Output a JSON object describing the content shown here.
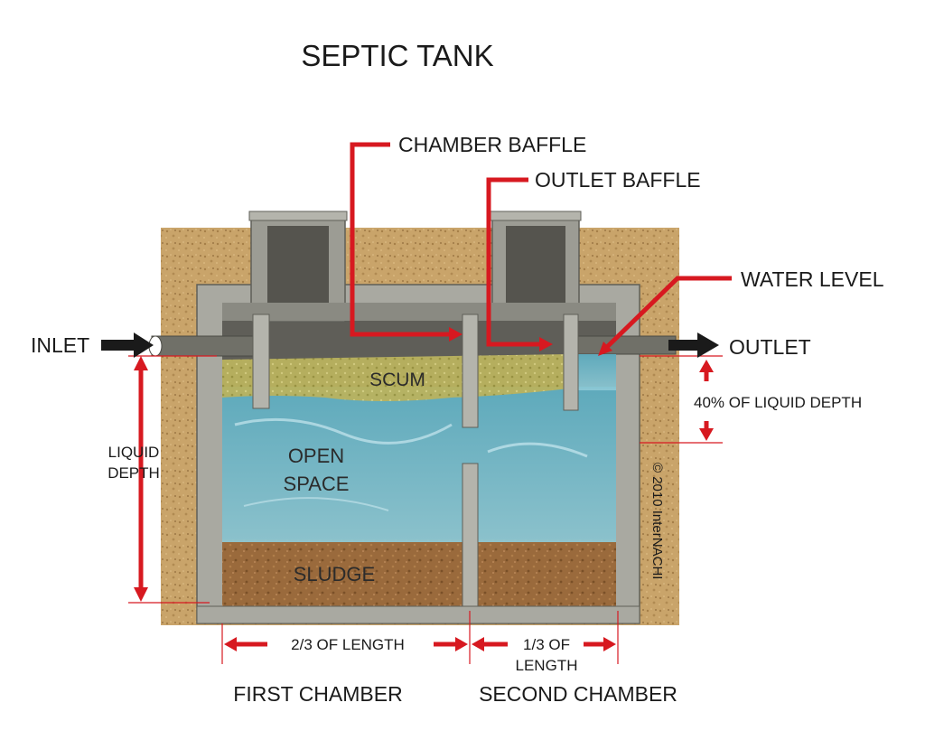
{
  "title": "SEPTIC TANK",
  "labels": {
    "chamber_baffle": "CHAMBER BAFFLE",
    "outlet_baffle": "OUTLET BAFFLE",
    "water_level": "WATER LEVEL",
    "inlet": "INLET",
    "outlet": "OUTLET",
    "scum": "SCUM",
    "open_space_line1": "OPEN",
    "open_space_line2": "SPACE",
    "sludge": "SLUDGE",
    "liquid_depth_line1": "LIQUID",
    "liquid_depth_line2": "DEPTH",
    "forty_percent": "40% OF LIQUID DEPTH",
    "two_thirds": "2/3 OF LENGTH",
    "one_third_line1": "1/3 OF",
    "one_third_line2": "LENGTH",
    "first_chamber": "FIRST CHAMBER",
    "second_chamber": "SECOND CHAMBER",
    "copyright": "© 2010 InterNACHI"
  },
  "colors": {
    "annotation": "#d71920",
    "soil": "#c9a46a",
    "concrete": "#a8a8a0",
    "concrete_dark": "#6e6e68",
    "water": "#6fb8c8",
    "scum": "#b8b060",
    "sludge": "#9a6a3c",
    "arrow": "#1a1a1a"
  }
}
